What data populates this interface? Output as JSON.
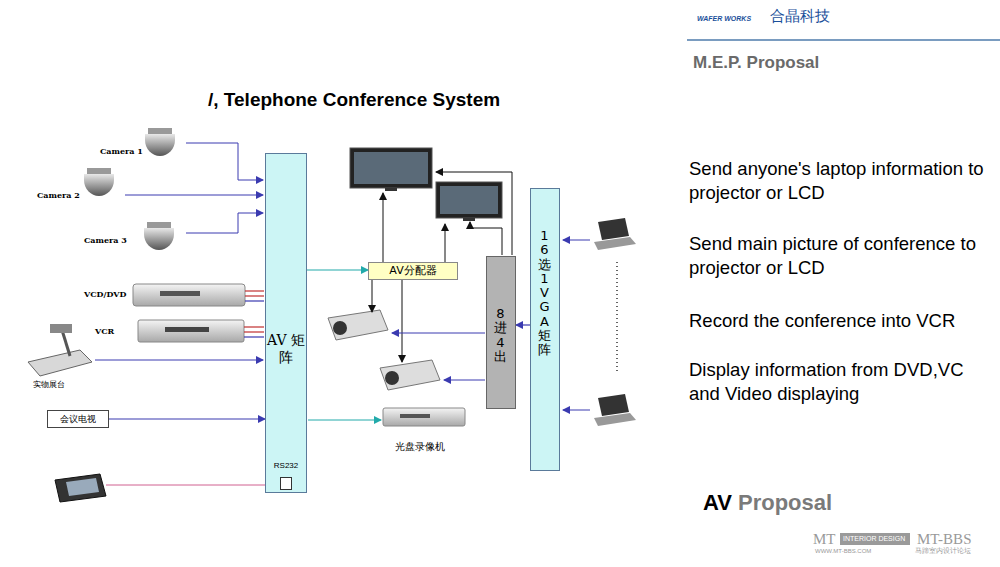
{
  "diagram": {
    "title": "/, Telephone Conference System",
    "nodes": [
      {
        "text": [
          "AV 矩阵",
          "RS232"
        ]
      },
      {
        "text": [
          "会议电视"
        ]
      },
      {
        "text": [
          "AV分配器"
        ]
      },
      {
        "text": [
          "8进4出"
        ]
      },
      {
        "text": [
          "16选1VGA矩阵"
        ]
      }
    ],
    "edges": [
      {
        "from": 1,
        "to": 0,
        "arrow": "to"
      },
      {
        "from": 0,
        "to": 2,
        "arrow": "to"
      },
      {
        "from": 4,
        "to": 3,
        "arrow": "to"
      }
    ],
    "labels": [
      "Camera 1",
      "Camera 2",
      "Camera 3",
      "VCD/DVD",
      "VCR",
      "实物展台",
      "光盘录像机",
      "WAFER WORKS",
      "合晶科技",
      "M.E.P. Proposal",
      "Send anyone's laptop information to projector or LCD",
      "Send main picture of conference to projector or LCD",
      "Record the conference into VCR",
      "Display information from DVD,VC and Video displaying",
      "AV",
      "Proposal",
      "MT",
      "INTERIOR DESIGN",
      "MT-BBS",
      "WWW.MT-BBS.COM",
      "马蹄室内设计论坛"
    ]
  }
}
